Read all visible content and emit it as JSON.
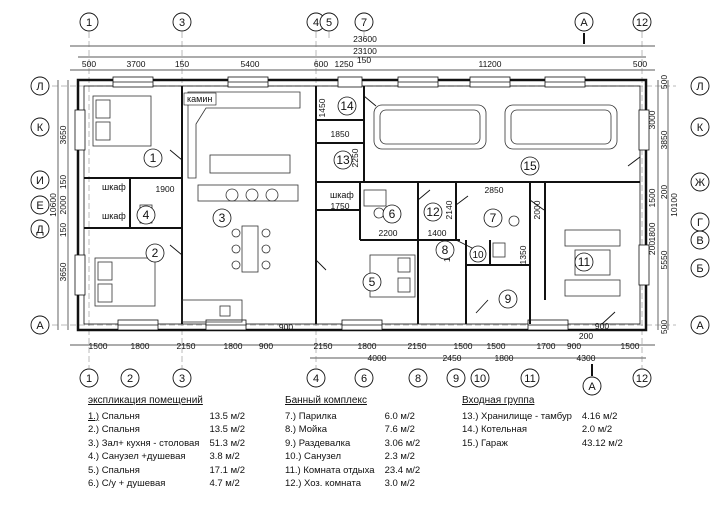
{
  "axes_top": [
    "1",
    "3",
    "4",
    "5",
    "7",
    "А",
    "12"
  ],
  "axes_bottom": [
    "1",
    "2",
    "3",
    "4",
    "6",
    "8",
    "9",
    "10",
    "11",
    "А",
    "12"
  ],
  "axes_left": [
    "Л",
    "К",
    "И",
    "Е",
    "Д",
    "А"
  ],
  "axes_right": [
    "Л",
    "К",
    "Ж",
    "Г",
    "В",
    "Б",
    "А"
  ],
  "dims_top_total": [
    "23600",
    "23100"
  ],
  "dims_top": [
    "500",
    "3700",
    "150",
    "5400",
    "600",
    "1250",
    "150",
    "11200",
    "500"
  ],
  "dims_bottom": [
    "1500",
    "1800",
    "2150",
    "1800",
    "900",
    "2150",
    "1800",
    "2150",
    "1500",
    "1500",
    "1700",
    "900",
    "1500",
    "200"
  ],
  "dims_bottom_sub": [
    "4000",
    "2450",
    "1800",
    "4300"
  ],
  "dims_left": [
    "3650",
    "150",
    "2000",
    "150",
    "3650",
    "10600"
  ],
  "dims_right": [
    "3000",
    "3850",
    "1500",
    "200",
    "1800",
    "5550",
    "200",
    "10100",
    "500",
    "500"
  ],
  "room_numbers": [
    "1",
    "2",
    "3",
    "4",
    "5",
    "6",
    "7",
    "8",
    "9",
    "10",
    "11",
    "12",
    "13",
    "14",
    "15"
  ],
  "room_labels": {
    "kamin": "камин",
    "shkaf1": "шкаф",
    "shkaf2": "шкаф",
    "shkaf3": "шкаф"
  },
  "inner_dims": [
    "1900",
    "1750",
    "1850",
    "2250",
    "1450",
    "2200",
    "1400",
    "2140",
    "2850",
    "2000",
    "1350",
    "150",
    "900",
    "900"
  ],
  "legend1": {
    "title": "экспликация помещений",
    "rows": [
      {
        "n": "1.)",
        "name": "Спальня",
        "area": "13.5 м/2"
      },
      {
        "n": "2.)",
        "name": "Спальня",
        "area": "13.5 м/2"
      },
      {
        "n": "3.)",
        "name": "Зал+ кухня - столовая",
        "area": "51.3 м/2"
      },
      {
        "n": "4.)",
        "name": "Санузел +душевая",
        "area": "3.8 м/2"
      },
      {
        "n": "5.)",
        "name": "Спальня",
        "area": "17.1 м/2"
      },
      {
        "n": "6.)",
        "name": "С/у + душевая",
        "area": "4.7 м/2"
      }
    ]
  },
  "legend2": {
    "title": "Банный комплекс",
    "rows": [
      {
        "n": "7.)",
        "name": "Парилка",
        "area": "6.0 м/2"
      },
      {
        "n": "8.)",
        "name": "Мойка",
        "area": "7.6 м/2"
      },
      {
        "n": "9.)",
        "name": "Раздевалка",
        "area": "3.06 м/2"
      },
      {
        "n": "10.)",
        "name": "Санузел",
        "area": "2.3 м/2"
      },
      {
        "n": "11.)",
        "name": "Комната отдыха",
        "area": "23.4 м/2"
      },
      {
        "n": "12.)",
        "name": "Хоз. комната",
        "area": "3.0 м/2"
      }
    ]
  },
  "legend3": {
    "title": "Входная группа",
    "rows": [
      {
        "n": "13.)",
        "name": "Хранилище - тамбур",
        "area": "4.16 м/2"
      },
      {
        "n": "14.)",
        "name": "Котельная",
        "area": "2.0 м/2"
      },
      {
        "n": "15.)",
        "name": "Гараж",
        "area": "43.12 м/2"
      }
    ]
  }
}
